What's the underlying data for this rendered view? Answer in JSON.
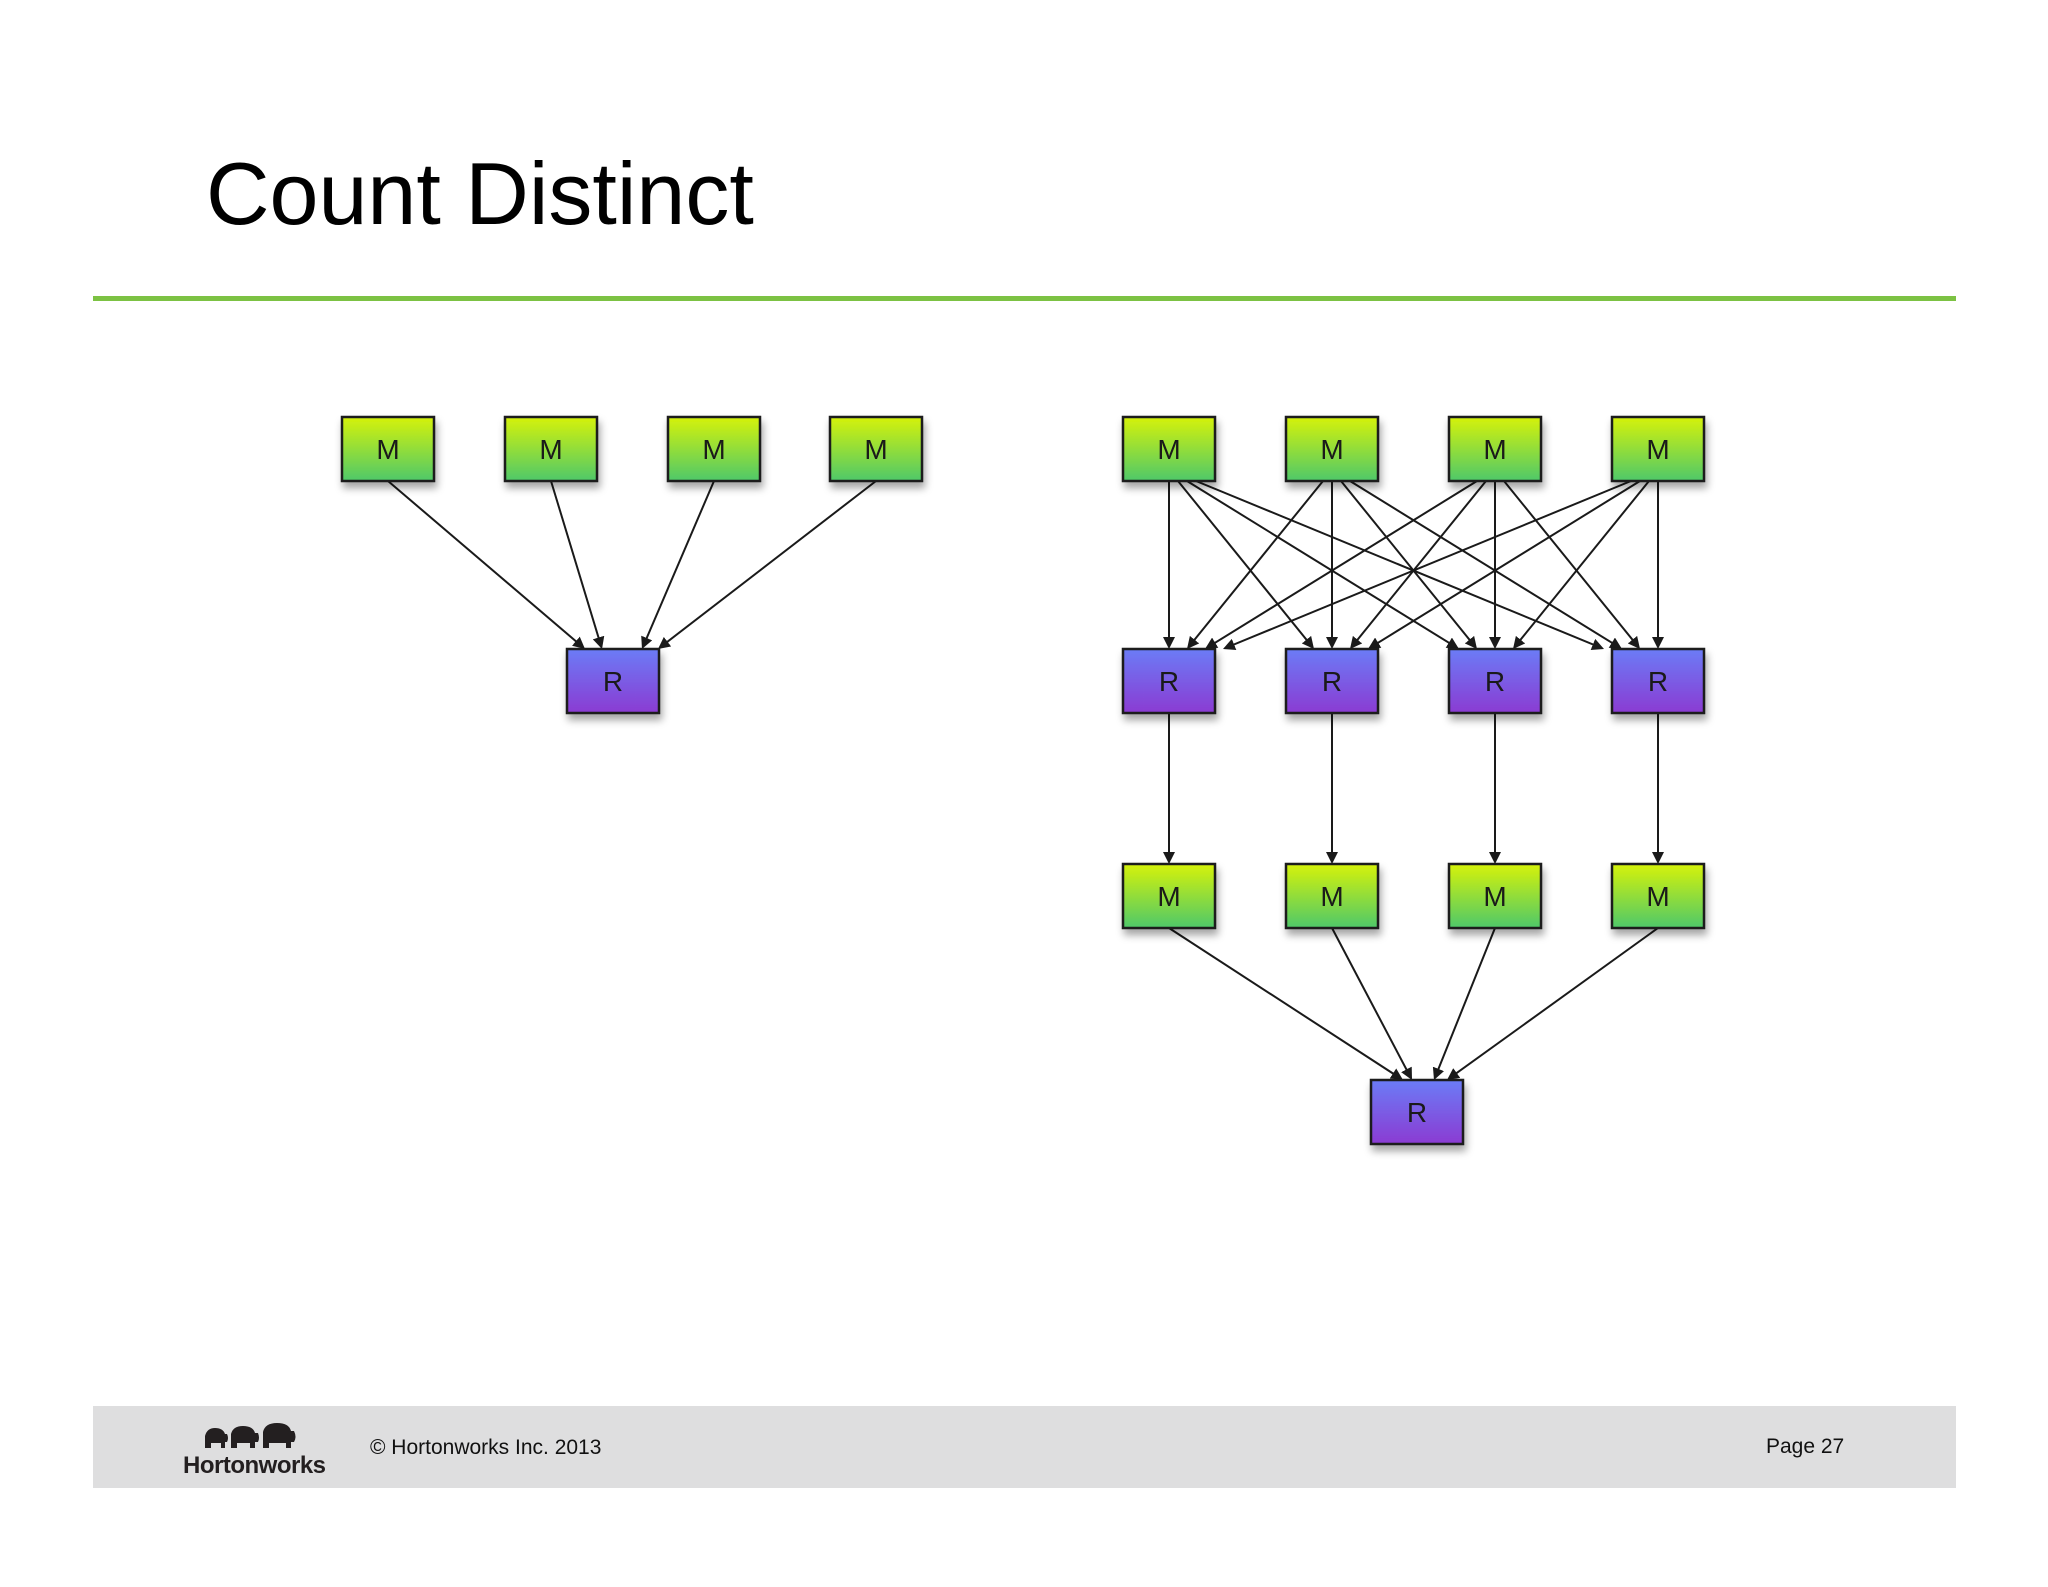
{
  "slide": {
    "title": "Count Distinct"
  },
  "diagram": {
    "colors": {
      "map_top": "#d6f20a",
      "map_bottom": "#4ec86a",
      "reduce_top": "#6b7cf6",
      "reduce_bottom": "#8b3bd2",
      "border": "#1a1a1a",
      "arrow": "#1a1a1a"
    },
    "left_graph": {
      "map_tasks": [
        "M",
        "M",
        "M",
        "M"
      ],
      "reduce_tasks": [
        "R"
      ]
    },
    "right_graph": {
      "stage1_map_tasks": [
        "M",
        "M",
        "M",
        "M"
      ],
      "stage1_reduce_tasks": [
        "R",
        "R",
        "R",
        "R"
      ],
      "stage2_map_tasks": [
        "M",
        "M",
        "M",
        "M"
      ],
      "stage2_reduce_tasks": [
        "R"
      ]
    }
  },
  "footer": {
    "logo_text": "Hortonworks",
    "copyright": "© Hortonworks Inc. 2013",
    "page": "Page 27"
  }
}
